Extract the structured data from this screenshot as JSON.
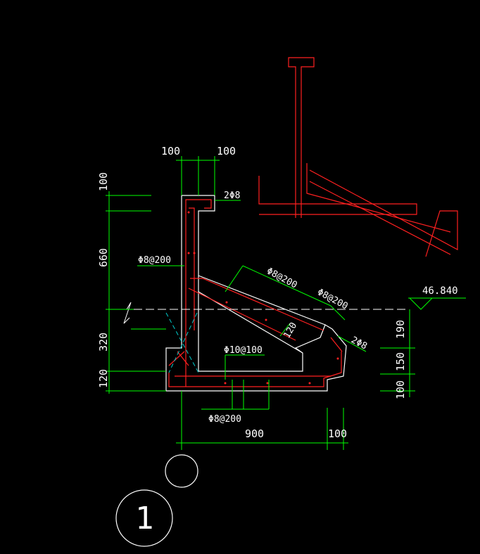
{
  "colors": {
    "background": "#000000",
    "outline": "#ffffff",
    "rebar": "#ff2020",
    "dimension": "#00ff00",
    "dim_text": "#ffffff",
    "centerline": "#00cccc",
    "callout": "#ffffff"
  },
  "dims": {
    "top_100_a": "100",
    "top_100_b": "100",
    "left_100": "100",
    "left_660": "660",
    "left_320": "320",
    "left_120": "120",
    "right_190": "190",
    "right_150": "150",
    "right_100": "100",
    "bottom_900": "900",
    "bottom_100": "100",
    "slab_120": "120"
  },
  "labels": {
    "rebar_2phi8_top": "2Φ8",
    "rebar_phi8_200_wall": "Φ8@200",
    "rebar_phi8_200_slope": "Φ8@200",
    "rebar_phi8_200_right": "Φ8@200",
    "rebar_2phi8_right": "2Φ8",
    "rebar_phi10_100": "Φ10@100",
    "rebar_phi8_200_bottom": "Φ8@200",
    "elevation": "46.840",
    "detail_number": "1"
  }
}
